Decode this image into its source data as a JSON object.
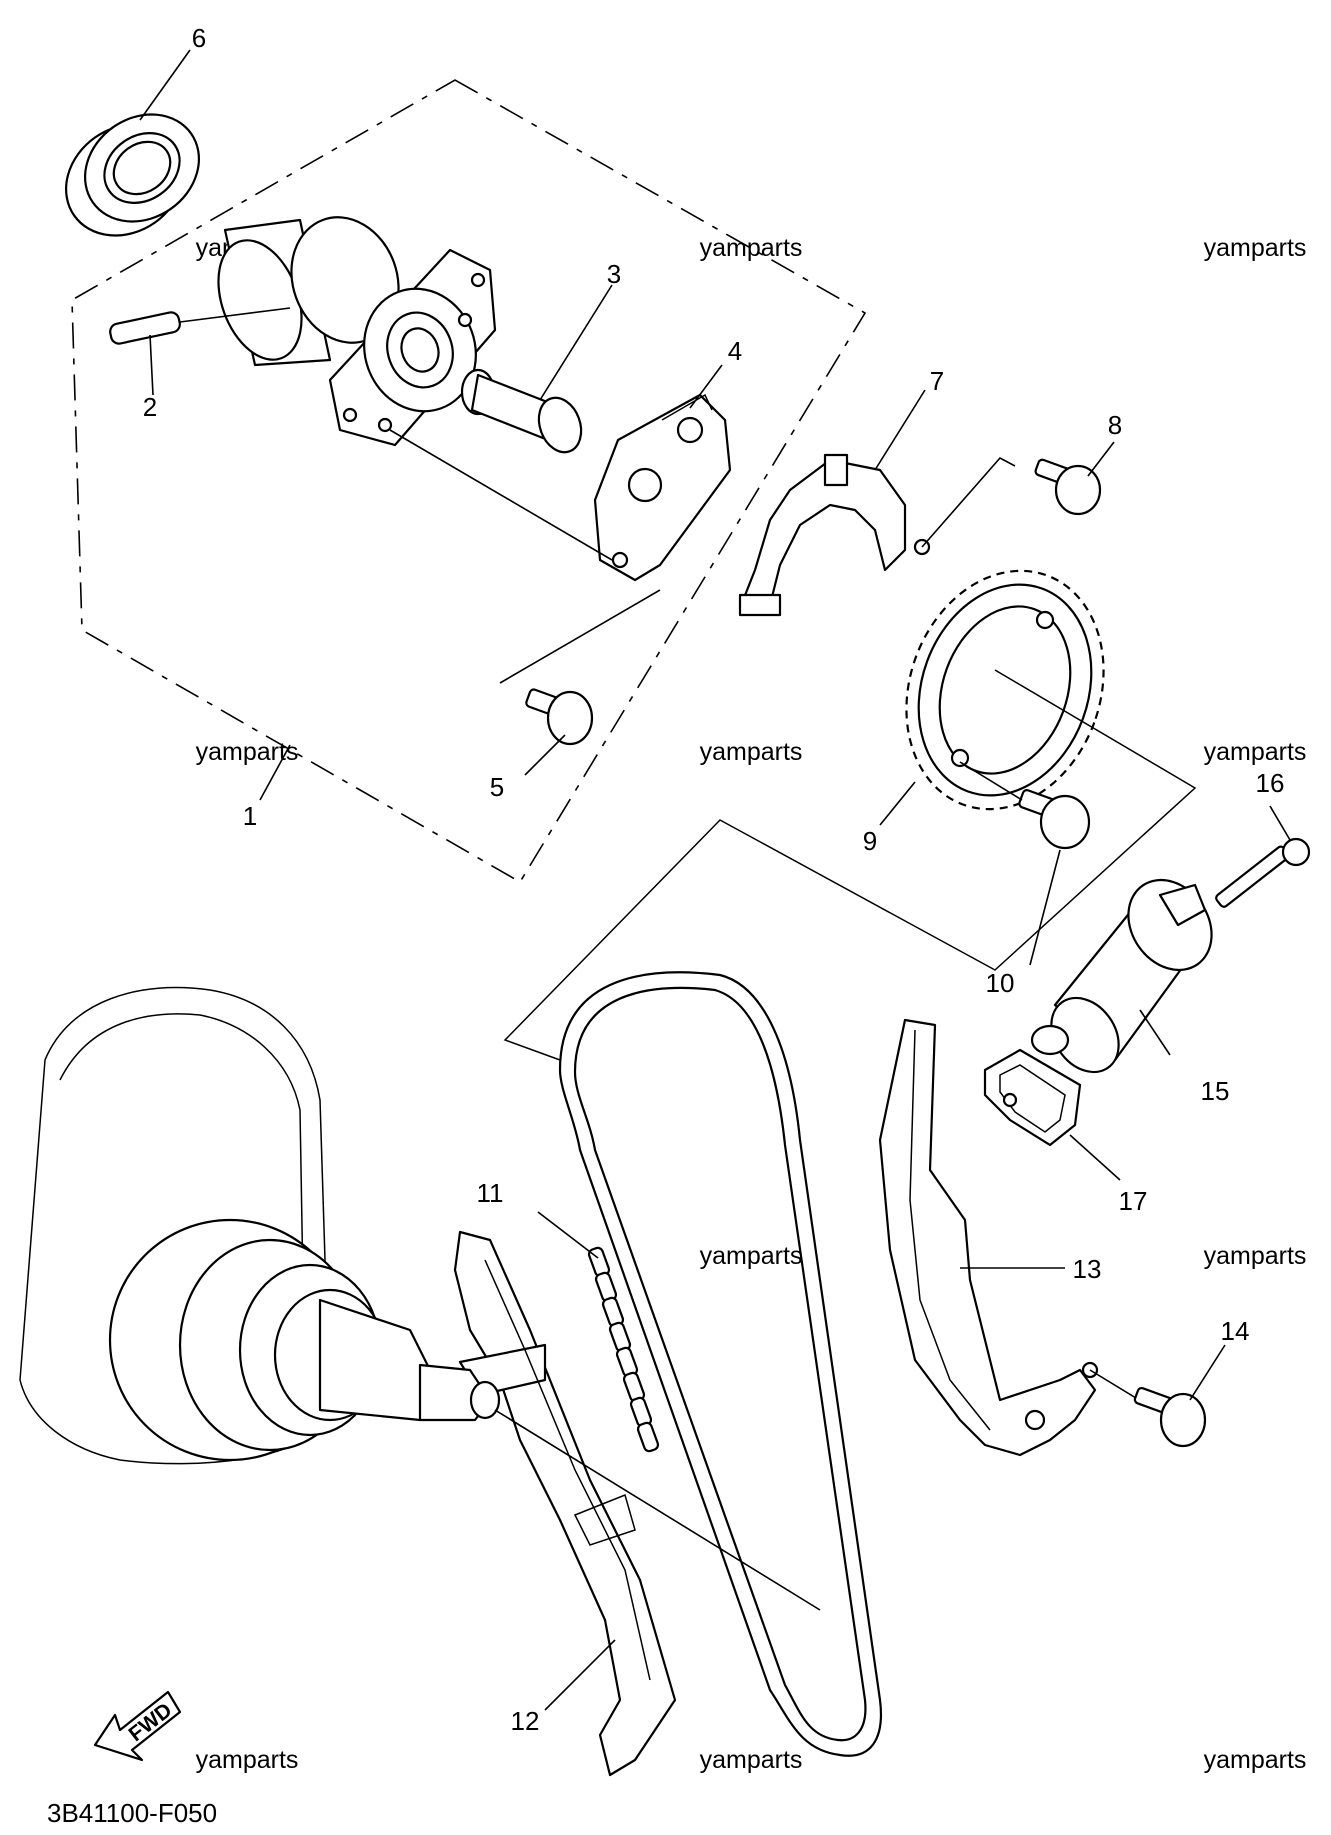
{
  "diagram": {
    "part_code": "3B41100-F050",
    "fwd_label": "FWD",
    "watermark": "yamparts",
    "callouts": [
      {
        "n": "1"
      },
      {
        "n": "2"
      },
      {
        "n": "3"
      },
      {
        "n": "4"
      },
      {
        "n": "5"
      },
      {
        "n": "6"
      },
      {
        "n": "7"
      },
      {
        "n": "8"
      },
      {
        "n": "9"
      },
      {
        "n": "10"
      },
      {
        "n": "11"
      },
      {
        "n": "12"
      },
      {
        "n": "13"
      },
      {
        "n": "14"
      },
      {
        "n": "15"
      },
      {
        "n": "16"
      },
      {
        "n": "17"
      }
    ]
  }
}
